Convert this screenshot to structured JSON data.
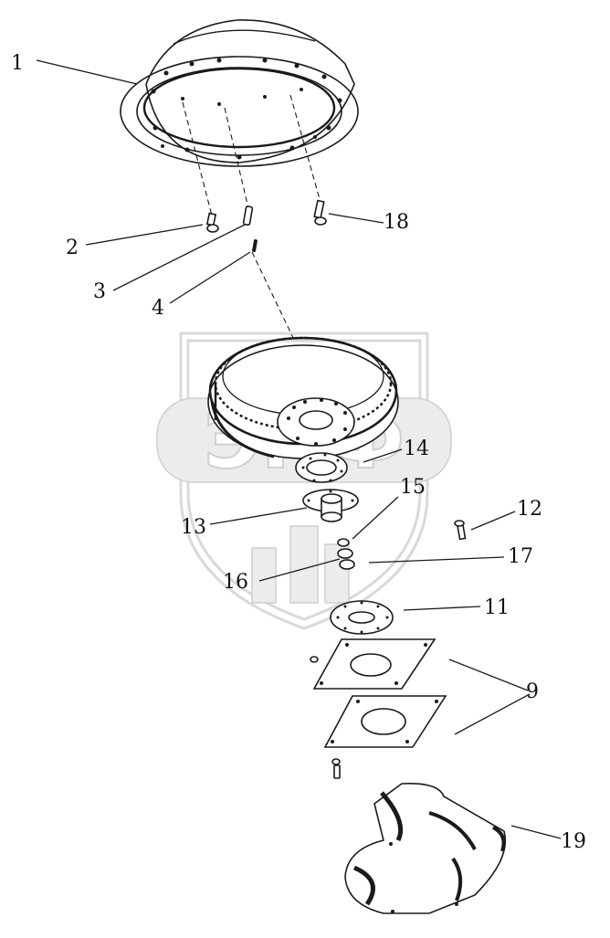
{
  "diagram": {
    "labels": [
      {
        "id": "1",
        "text": "1"
      },
      {
        "id": "2",
        "text": "2"
      },
      {
        "id": "3",
        "text": "3"
      },
      {
        "id": "4",
        "text": "4"
      },
      {
        "id": "18",
        "text": "18"
      },
      {
        "id": "14",
        "text": "14"
      },
      {
        "id": "15",
        "text": "15"
      },
      {
        "id": "12",
        "text": "12"
      },
      {
        "id": "13",
        "text": "13"
      },
      {
        "id": "17",
        "text": "17"
      },
      {
        "id": "16",
        "text": "16"
      },
      {
        "id": "11",
        "text": "11"
      },
      {
        "id": "9",
        "text": "9"
      },
      {
        "id": "19",
        "text": "19"
      }
    ],
    "watermark": {
      "logo_text": "ЭПФ",
      "icon": "factory-shield-logo"
    }
  }
}
